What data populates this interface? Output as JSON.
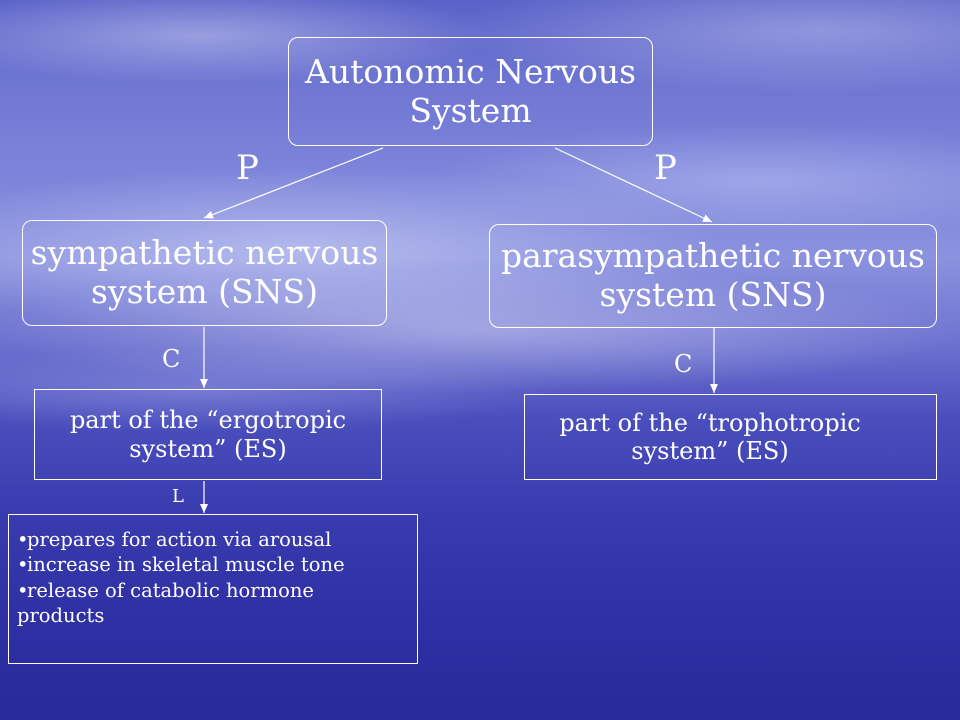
{
  "root": {
    "line1": "Autonomic Nervous",
    "line2": "System"
  },
  "left_edge_label": "P",
  "right_edge_label": "P",
  "sympathetic": {
    "line1": "sympathetic nervous",
    "line2": "system (SNS)"
  },
  "parasympathetic": {
    "line1": "parasympathetic nervous",
    "line2": "system (SNS)"
  },
  "left_c_label": "C",
  "right_c_label": "C",
  "ergotropic": {
    "line1": "part of the “ergotropic",
    "line2": "system” (ES)"
  },
  "trophotropic": {
    "line1": "part of the “trophotropic",
    "line2": "system” (ES)"
  },
  "l_label": "L",
  "ergotropic_effects": {
    "items": [
      "prepares for action via arousal",
      "increase in skeletal muscle tone",
      "release of catabolic hormone"
    ],
    "continuation": "products"
  }
}
